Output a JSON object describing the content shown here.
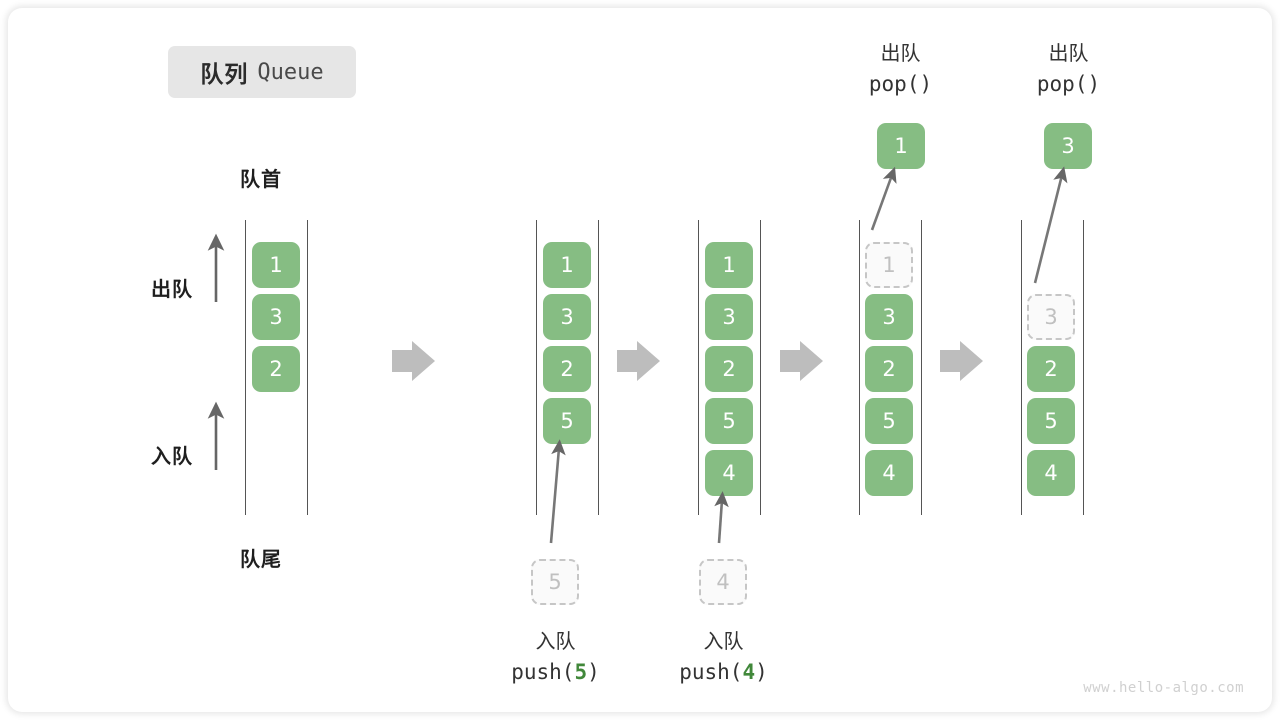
{
  "title": {
    "cn": "队列",
    "en": "Queue"
  },
  "labels": {
    "head": "队首",
    "tail": "队尾",
    "dequeue": "出队",
    "enqueue": "入队"
  },
  "watermark": "www.hello-algo.com",
  "colors": {
    "cell_fill": "#86bd83",
    "cell_text": "#ffffff",
    "ghost_border": "#c6c6c6",
    "ghost_text": "#c0c0c0",
    "rail": "#555555",
    "arrow": "#666666",
    "step_arrow": "#bdbdbd",
    "accent_green": "#41883a",
    "badge_bg": "#e6e6e6"
  },
  "columns": [
    {
      "name": "initial-queue",
      "cells": [
        {
          "value": "1",
          "state": "filled"
        },
        {
          "value": "3",
          "state": "filled"
        },
        {
          "value": "2",
          "state": "filled"
        }
      ]
    },
    {
      "name": "after-push-5",
      "cells": [
        {
          "value": "1",
          "state": "filled"
        },
        {
          "value": "3",
          "state": "filled"
        },
        {
          "value": "2",
          "state": "filled"
        },
        {
          "value": "5",
          "state": "filled"
        }
      ]
    },
    {
      "name": "after-push-4",
      "cells": [
        {
          "value": "1",
          "state": "filled"
        },
        {
          "value": "3",
          "state": "filled"
        },
        {
          "value": "2",
          "state": "filled"
        },
        {
          "value": "5",
          "state": "filled"
        },
        {
          "value": "4",
          "state": "filled"
        }
      ]
    },
    {
      "name": "after-pop-1",
      "cells": [
        {
          "value": "1",
          "state": "ghost"
        },
        {
          "value": "3",
          "state": "filled"
        },
        {
          "value": "2",
          "state": "filled"
        },
        {
          "value": "5",
          "state": "filled"
        },
        {
          "value": "4",
          "state": "filled"
        }
      ]
    },
    {
      "name": "after-pop-3",
      "cells": [
        {
          "value": "",
          "state": "blank"
        },
        {
          "value": "3",
          "state": "ghost"
        },
        {
          "value": "2",
          "state": "filled"
        },
        {
          "value": "5",
          "state": "filled"
        },
        {
          "value": "4",
          "state": "filled"
        }
      ]
    }
  ],
  "operations": {
    "push5": {
      "cn": "入队",
      "code_prefix": "push(",
      "code_num": "5",
      "code_suffix": ")",
      "ghost_value": "5"
    },
    "push4": {
      "cn": "入队",
      "code_prefix": "push(",
      "code_num": "4",
      "code_suffix": ")",
      "ghost_value": "4"
    },
    "pop1": {
      "cn": "出队",
      "code": "pop()",
      "popped_value": "1"
    },
    "pop3": {
      "cn": "出队",
      "code": "pop()",
      "popped_value": "3"
    }
  }
}
